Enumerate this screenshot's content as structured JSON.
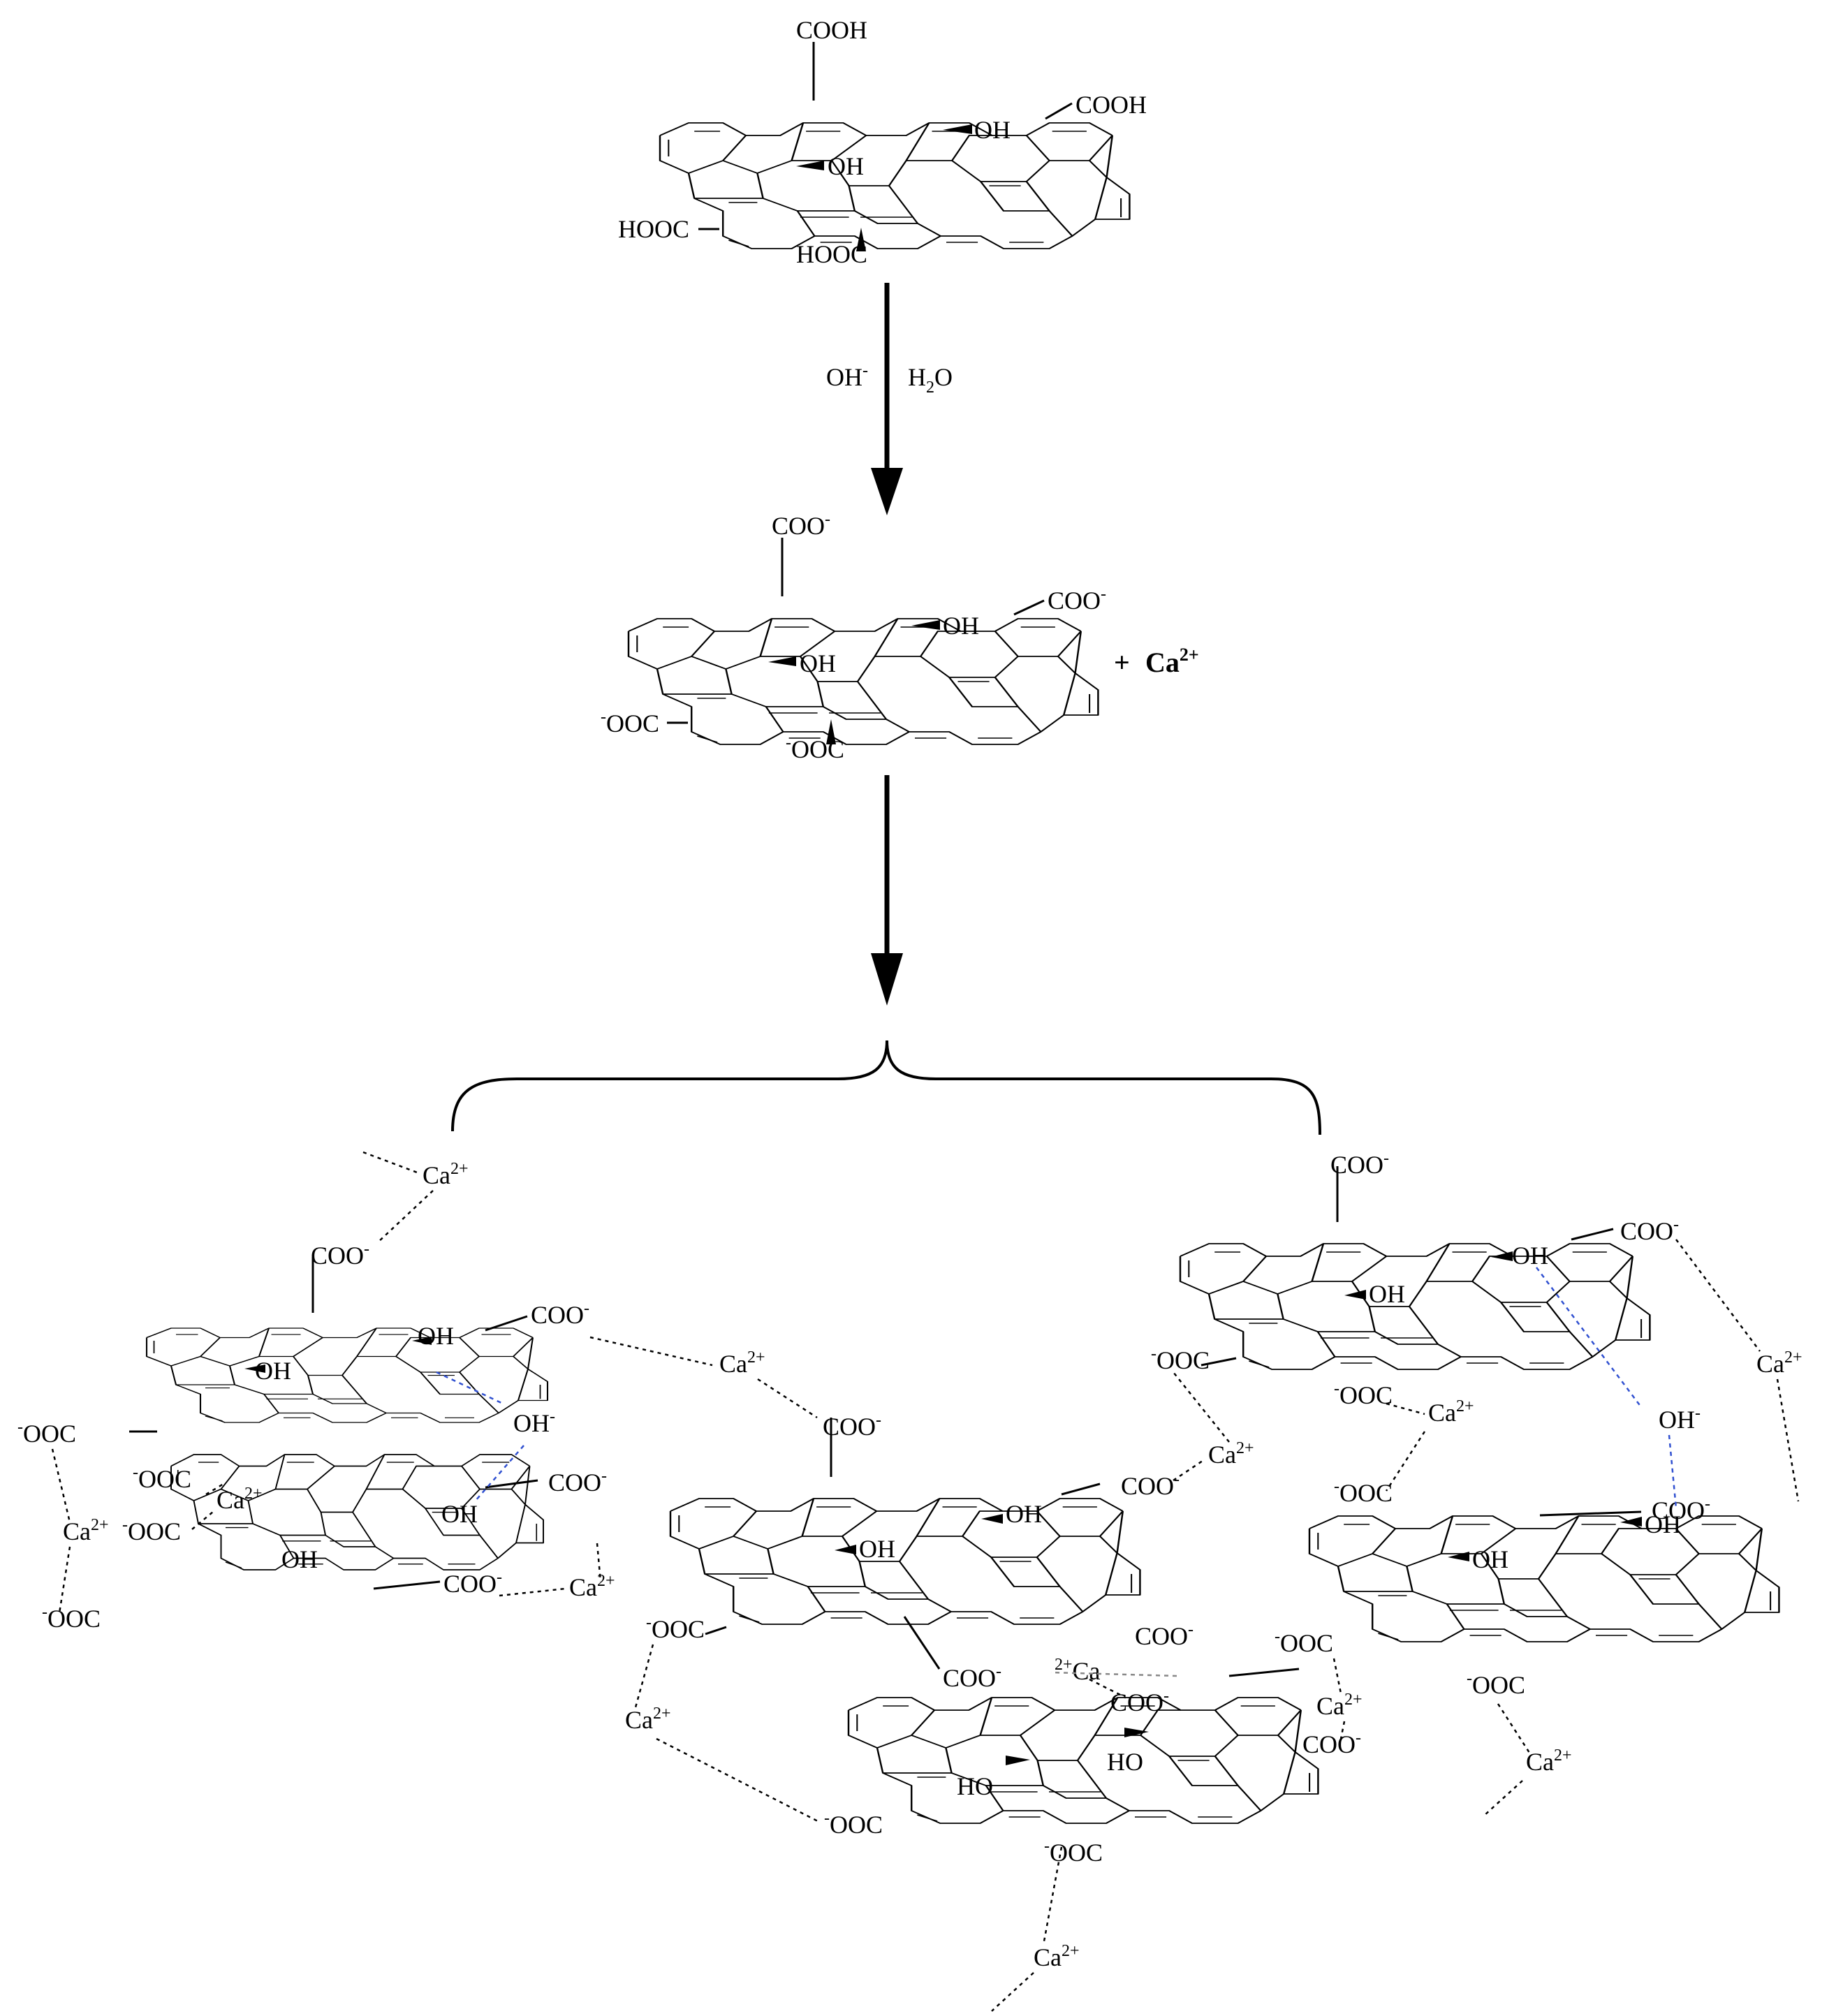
{
  "reagents": {
    "base": "OH",
    "base_charge": "-",
    "water": "H",
    "water_sub": "2",
    "water_o": "O"
  },
  "plus": "+",
  "ion": {
    "symbol": "Ca",
    "charge": "2+"
  },
  "groups": {
    "cooh": "COOH",
    "hooc": "HOOC",
    "oh": "OH",
    "ho": "HO",
    "coo": "COO",
    "ooc": "OOC",
    "minus": "-"
  }
}
